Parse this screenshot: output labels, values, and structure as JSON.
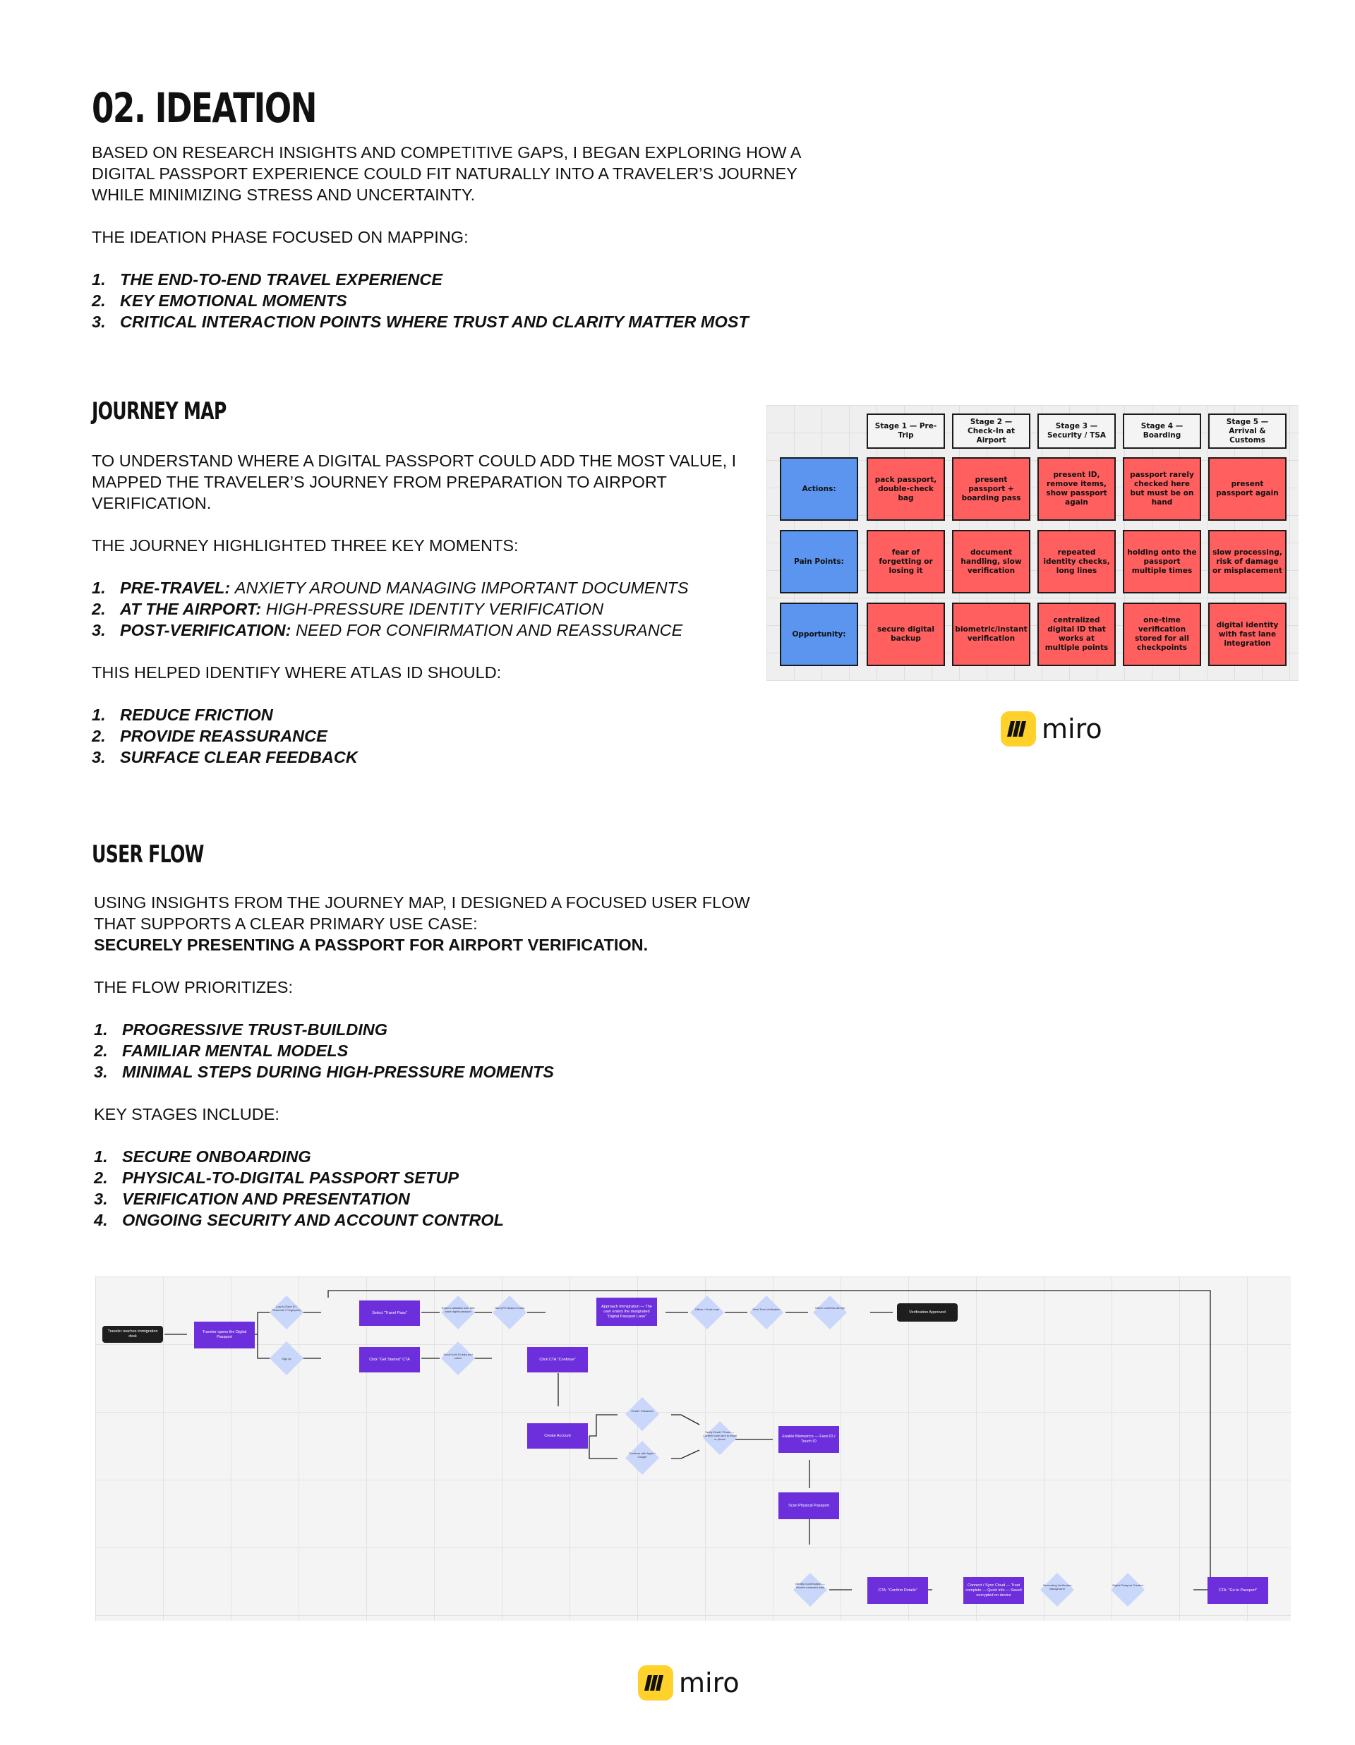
{
  "ideation": {
    "title": "02. IDEATION",
    "intro": "BASED ON RESEARCH INSIGHTS AND COMPETITIVE GAPS, I BEGAN EXPLORING HOW A DIGITAL PASSPORT EXPERIENCE COULD FIT NATURALLY INTO A TRAVELER’S JOURNEY WHILE MINIMIZING STRESS AND UNCERTAINTY.",
    "lead": "THE IDEATION PHASE FOCUSED ON MAPPING:",
    "items": [
      {
        "num": "1.",
        "text": "THE END-TO-END TRAVEL EXPERIENCE"
      },
      {
        "num": "2.",
        "text": "KEY EMOTIONAL MOMENTS"
      },
      {
        "num": "3.",
        "text": "CRITICAL INTERACTION POINTS WHERE TRUST AND CLARITY MATTER MOST"
      }
    ]
  },
  "journey": {
    "title": "JOURNEY MAP",
    "intro": "TO UNDERSTAND WHERE A DIGITAL PASSPORT COULD ADD THE MOST VALUE, I MAPPED THE TRAVELER’S JOURNEY FROM PREPARATION TO AIRPORT VERIFICATION.",
    "lead": "THE JOURNEY HIGHLIGHTED THREE KEY MOMENTS:",
    "moments": [
      {
        "num": "1.",
        "label": "PRE-TRAVEL:",
        "text": "ANXIETY AROUND MANAGING IMPORTANT DOCUMENTS"
      },
      {
        "num": "2.",
        "label": "AT THE AIRPORT:",
        "text": "HIGH-PRESSURE IDENTITY VERIFICATION"
      },
      {
        "num": "3.",
        "label": "POST-VERIFICATION:",
        "text": "NEED FOR CONFIRMATION AND REASSURANCE"
      }
    ],
    "lead2": "THIS HELPED IDENTIFY WHERE ATLAS ID SHOULD:",
    "goals": [
      {
        "num": "1.",
        "text": "REDUCE FRICTION"
      },
      {
        "num": "2.",
        "text": "PROVIDE REASSURANCE"
      },
      {
        "num": "3.",
        "text": "SURFACE CLEAR FEEDBACK"
      }
    ],
    "board": {
      "stages": [
        "Stage 1 — Pre-Trip",
        "Stage 2 — Check-In at Airport",
        "Stage 3 — Security / TSA",
        "Stage 4 — Boarding",
        "Stage 5 — Arrival & Customs"
      ],
      "rows": [
        {
          "label": "Actions:",
          "cells": [
            "pack passport, double-check bag",
            "present passport + boarding pass",
            "present ID, remove items, show passport again",
            "passport rarely checked here but must be on hand",
            "present passport again"
          ]
        },
        {
          "label": "Pain Points:",
          "cells": [
            "fear of forgetting or losing it",
            "document handling, slow verification",
            "repeated identity checks, long lines",
            "holding onto the passport multiple times",
            "slow processing, risk of damage or misplacement"
          ]
        },
        {
          "label": "Opportunity:",
          "cells": [
            "secure digital backup",
            "biometric/instant verification",
            "centralized digital ID that works at multiple points",
            "one-time verification stored for all checkpoints",
            "digital identity with fast lane integration"
          ]
        }
      ],
      "colors": {
        "header": "#f4f4f4",
        "pain": "#ff5f5f",
        "label": "#5b95ef"
      }
    },
    "logo": "miro"
  },
  "flow": {
    "title": "USER FLOW",
    "intro": "USING INSIGHTS FROM THE JOURNEY MAP, I DESIGNED A FOCUSED USER FLOW THAT SUPPORTS A CLEAR PRIMARY USE CASE:",
    "emphasis": "SECURELY PRESENTING A PASSPORT FOR AIRPORT VERIFICATION.",
    "lead": "THE FLOW PRIORITIZES:",
    "priorities": [
      {
        "num": "1.",
        "text": "PROGRESSIVE TRUST-BUILDING"
      },
      {
        "num": "2.",
        "text": "FAMILIAR MENTAL MODELS"
      },
      {
        "num": "3.",
        "text": "MINIMAL STEPS DURING HIGH-PRESSURE MOMENTS"
      }
    ],
    "lead2": "KEY STAGES INCLUDE:",
    "stages": [
      {
        "num": "1.",
        "text": "SECURE ONBOARDING"
      },
      {
        "num": "2.",
        "text": "PHYSICAL-TO-DIGITAL PASSPORT SETUP"
      },
      {
        "num": "3.",
        "text": "VERIFICATION AND PRESENTATION"
      },
      {
        "num": "4.",
        "text": "ONGOING SECURITY AND ACCOUNT CONTROL"
      }
    ],
    "diagram": {
      "start": "Traveler reaches immigration desk",
      "n1": "Traveler opens the Digital Passport",
      "d_login": "Log In (Face ID / Passcode / Fingerprint)",
      "d_signup": "Sign up",
      "n_travel": "Select \"Travel Pass\"",
      "n_getstarted": "Click \"Get Started\" CTA",
      "d2": "System validates user and loads digital passport",
      "d3": "Scroll to fill ID data and select",
      "d4": "Has QR Passport ready",
      "n_continue": "Click CTA \"Continue\"",
      "n_approach": "Approach Immigration — The user enters the designated \"Digital Passport Lane\"",
      "d5": "Officer / Kiosk scan",
      "d6": "Real-Time Verification",
      "d7": "Officer confirms identity",
      "end": "Verification Approved",
      "n_create": "Create Account",
      "d_email": "Email / Password",
      "d_apple": "Continue with Apple / Google",
      "d_verify": "Verify Email / Phone — Confirm code sent to email or phone",
      "n_bio": "Enable Biometrics — Face ID / Touch ID",
      "n_scan": "Scan Physical Passport",
      "d_identity": "Identity Confirmation — Review extracted data",
      "n_confirm": "CTA: \"Confirm Details\"",
      "n_connect": "Connect / Sync Cloud — Trust complete — Quick info — Saved encrypted on device",
      "d_gen": "Generating Verification Background",
      "d_ready": "Digital Passport Created",
      "n_go": "CTA: \"Go to Passport\"",
      "colors": {
        "node": "#6d2fdc",
        "decision": "#c9d7fb",
        "terminal": "#1e1e1e"
      }
    },
    "logo": "miro"
  }
}
